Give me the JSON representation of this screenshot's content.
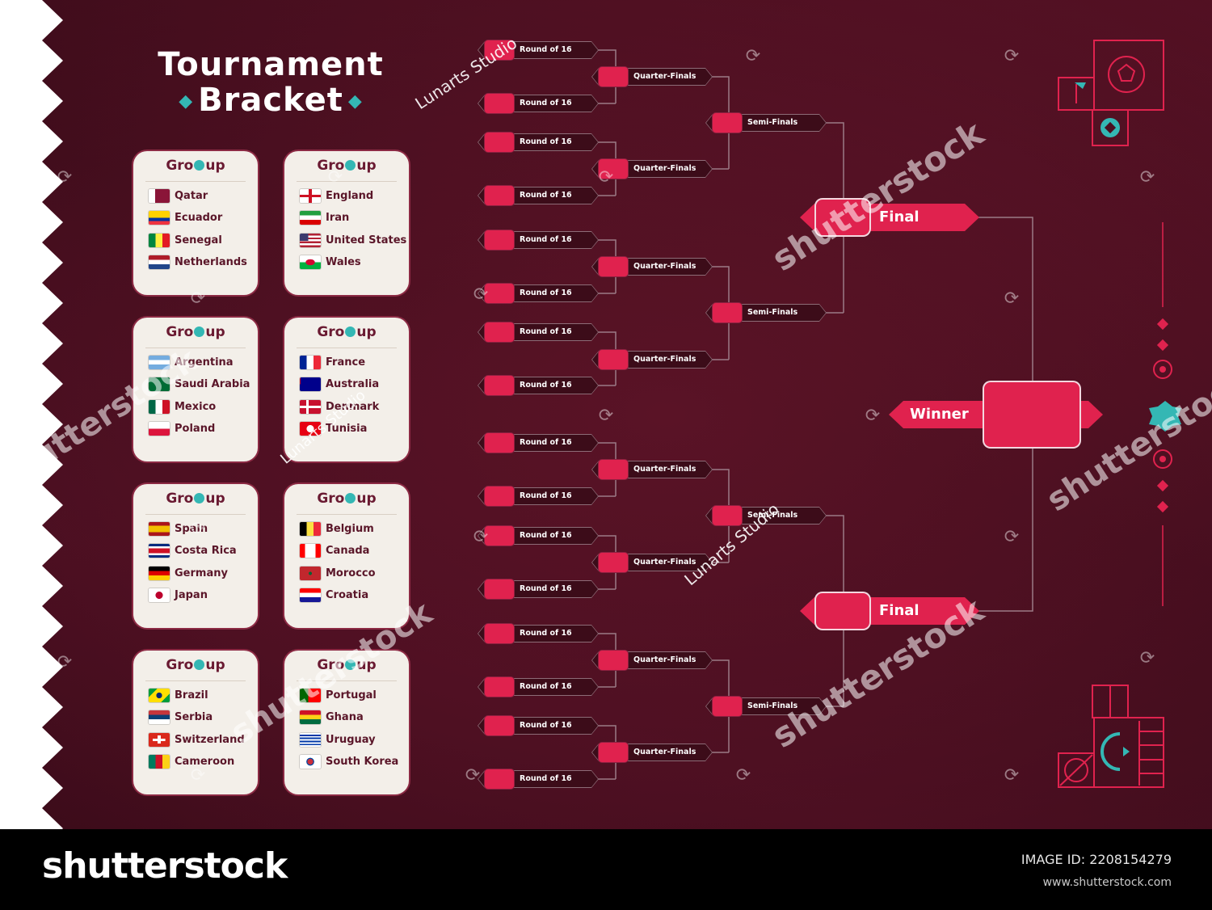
{
  "title": {
    "line1": "Tournament",
    "line2": "Bracket"
  },
  "colors": {
    "background": "#4a0f20",
    "accent": "#e0224e",
    "teal": "#34b7b4",
    "card": "#f3efe9"
  },
  "groups": [
    {
      "header": "Group",
      "teams": [
        {
          "name": "Qatar",
          "flag": "qatar"
        },
        {
          "name": "Ecuador",
          "flag": "ecuador"
        },
        {
          "name": "Senegal",
          "flag": "senegal"
        },
        {
          "name": "Netherlands",
          "flag": "netherlands"
        }
      ]
    },
    {
      "header": "Group",
      "teams": [
        {
          "name": "England",
          "flag": "england"
        },
        {
          "name": "Iran",
          "flag": "iran"
        },
        {
          "name": "United States",
          "flag": "usa"
        },
        {
          "name": "Wales",
          "flag": "wales"
        }
      ]
    },
    {
      "header": "Group",
      "teams": [
        {
          "name": "Argentina",
          "flag": "argentina"
        },
        {
          "name": "Saudi Arabia",
          "flag": "saudi"
        },
        {
          "name": "Mexico",
          "flag": "mexico"
        },
        {
          "name": "Poland",
          "flag": "poland"
        }
      ]
    },
    {
      "header": "Group",
      "teams": [
        {
          "name": "France",
          "flag": "france"
        },
        {
          "name": "Australia",
          "flag": "australia"
        },
        {
          "name": "Denmark",
          "flag": "denmark"
        },
        {
          "name": "Tunisia",
          "flag": "tunisia"
        }
      ]
    },
    {
      "header": "Group",
      "teams": [
        {
          "name": "Spain",
          "flag": "spain"
        },
        {
          "name": "Costa Rica",
          "flag": "costarica"
        },
        {
          "name": "Germany",
          "flag": "germany"
        },
        {
          "name": "Japan",
          "flag": "japan"
        }
      ]
    },
    {
      "header": "Group",
      "teams": [
        {
          "name": "Belgium",
          "flag": "belgium"
        },
        {
          "name": "Canada",
          "flag": "canada"
        },
        {
          "name": "Morocco",
          "flag": "morocco"
        },
        {
          "name": "Croatia",
          "flag": "croatia"
        }
      ]
    },
    {
      "header": "Group",
      "teams": [
        {
          "name": "Brazil",
          "flag": "brazil"
        },
        {
          "name": "Serbia",
          "flag": "serbia"
        },
        {
          "name": "Switzerland",
          "flag": "switzerland"
        },
        {
          "name": "Cameroon",
          "flag": "cameroon"
        }
      ]
    },
    {
      "header": "Group",
      "teams": [
        {
          "name": "Portugal",
          "flag": "portugal"
        },
        {
          "name": "Ghana",
          "flag": "ghana"
        },
        {
          "name": "Uruguay",
          "flag": "uruguay"
        },
        {
          "name": "South Korea",
          "flag": "southkorea"
        }
      ]
    }
  ],
  "bracket": {
    "round_of_16_label": "Round of 16",
    "quarter_final_label": "Quarter-Finals",
    "semi_final_label": "Semi-Finals",
    "final_label": "Final",
    "winner_label": "Winner"
  },
  "watermarks": {
    "studio": "Lunarts Studio",
    "stock": "shutterstock"
  },
  "footer": {
    "logo": "shutterstock",
    "image_id": "IMAGE ID: 2208154279",
    "site": "www.shutterstock.com"
  }
}
